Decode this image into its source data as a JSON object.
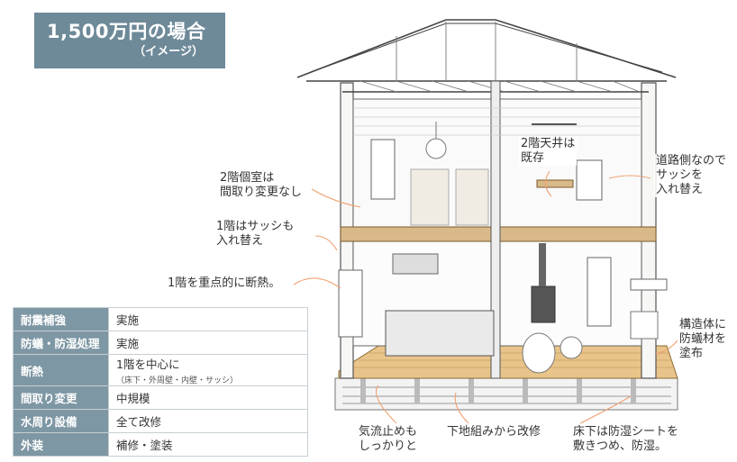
{
  "title": {
    "main": "1,500万円の場合",
    "sub": "（イメージ）"
  },
  "labels": {
    "second_room": [
      "2階個室は",
      "間取り変更なし"
    ],
    "first_sash": [
      "1階はサッシも",
      "入れ替え"
    ],
    "first_insulation": [
      "1階を重点的に断熱。"
    ],
    "ceiling": [
      "2階天井は",
      "既存"
    ],
    "road_sash": [
      "道路側なので",
      "サッシを",
      "入れ替え"
    ],
    "termite": [
      "構造体に",
      "防蟻材を",
      "塗布"
    ],
    "airtight": [
      "気流止めも",
      "しっかりと"
    ],
    "foundation": [
      "下地組みから改修"
    ],
    "moisture": [
      "床下は防湿シートを",
      "敷きつめ、防湿。"
    ]
  },
  "spec_table": [
    {
      "key": "耐震補強",
      "value": "実施",
      "note": ""
    },
    {
      "key": "防蟻・防湿処理",
      "value": "実施",
      "note": ""
    },
    {
      "key": "断熱",
      "value": "1階を中心に",
      "note": "（床下・外周壁・内壁・サッシ）"
    },
    {
      "key": "間取り変更",
      "value": "中規模",
      "note": ""
    },
    {
      "key": "水周り設備",
      "value": "全て改修",
      "note": ""
    },
    {
      "key": "外装",
      "value": "補修・塗装",
      "note": ""
    }
  ],
  "colors": {
    "title_bg": "#6e8a99",
    "table_key_bg": "#7e97a4",
    "leader_line": "#f0a070",
    "floor_wood": "#e9c48a"
  }
}
